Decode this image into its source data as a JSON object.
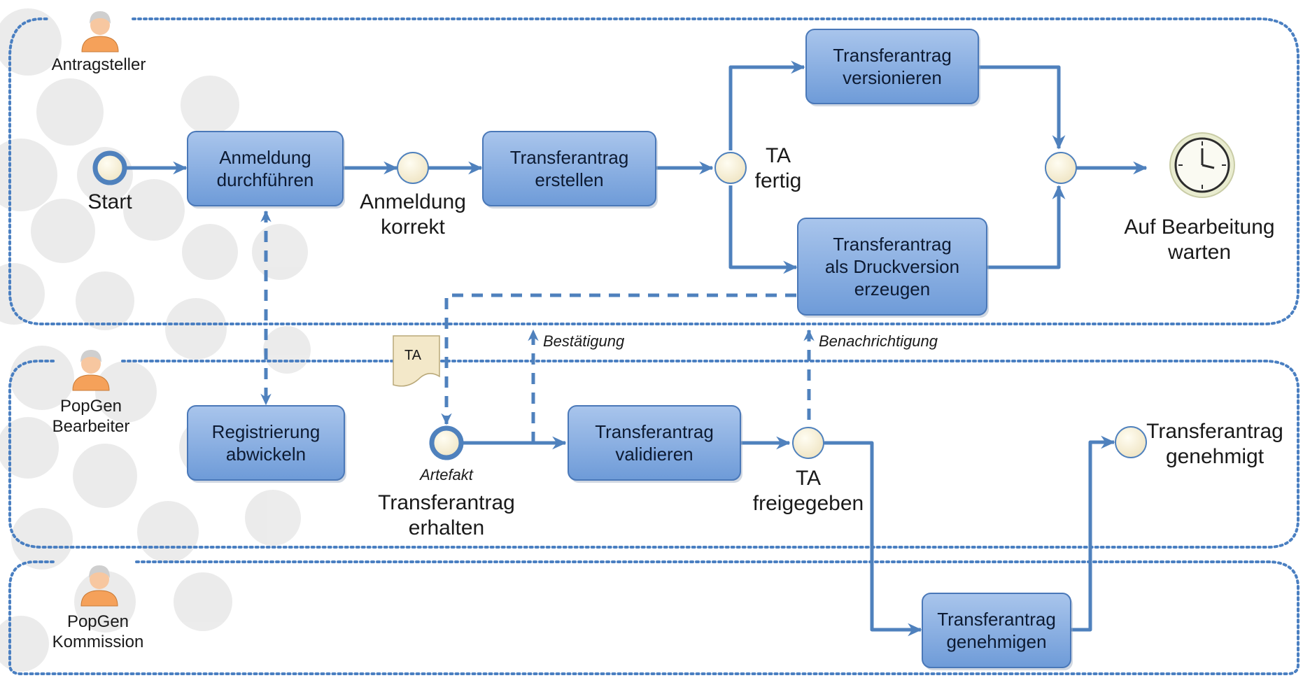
{
  "colors": {
    "lane_border": "#4a7fc1",
    "task_fill_top": "#8fb3e3",
    "task_fill_bottom": "#5f8fd3",
    "task_stroke": "#4a78b8",
    "flow": "#4f81bd",
    "event_fill": "#f7f0d8",
    "start_stroke": "#4f81bd",
    "doc_fill": "#f3e8c9",
    "bubble": "#d9d9d9"
  },
  "lanes": [
    {
      "name": "Antragsteller",
      "icon": "person-icon"
    },
    {
      "name": "PopGen\nBearbeiter",
      "icon": "person-icon"
    },
    {
      "name": "PopGen\nKommission",
      "icon": "person-icon"
    }
  ],
  "tasks": {
    "anmeldung": "Anmeldung\ndurchführen",
    "erstellen": "Transferantrag\nerstellen",
    "versionieren": "Transferantrag\nversionieren",
    "druckversion": "Transferantrag\nals Druckversion\nerzeugen",
    "registrierung": "Registrierung\nabwickeln",
    "validieren": "Transferantrag\nvalidieren",
    "genehmigen": "Transferantrag\ngenehmigen"
  },
  "events": {
    "start": "Start",
    "anmeldung_korrekt": "Anmeldung\nkorrekt",
    "ta_fertig": "TA\nfertig",
    "warten": "Auf Bearbeitung\nwarten",
    "ta_erhalten_tag": "Artefakt",
    "ta_erhalten": "Transferantrag\nerhalten",
    "ta_freigegeben": "TA\nfreigegeben",
    "ta_genehmigt": "Transferantrag\ngenehmigt"
  },
  "messages": {
    "bestaetigung": "Bestätigung",
    "benachrichtigung": "Benachrichtigung"
  },
  "artifact": {
    "label": "TA"
  }
}
